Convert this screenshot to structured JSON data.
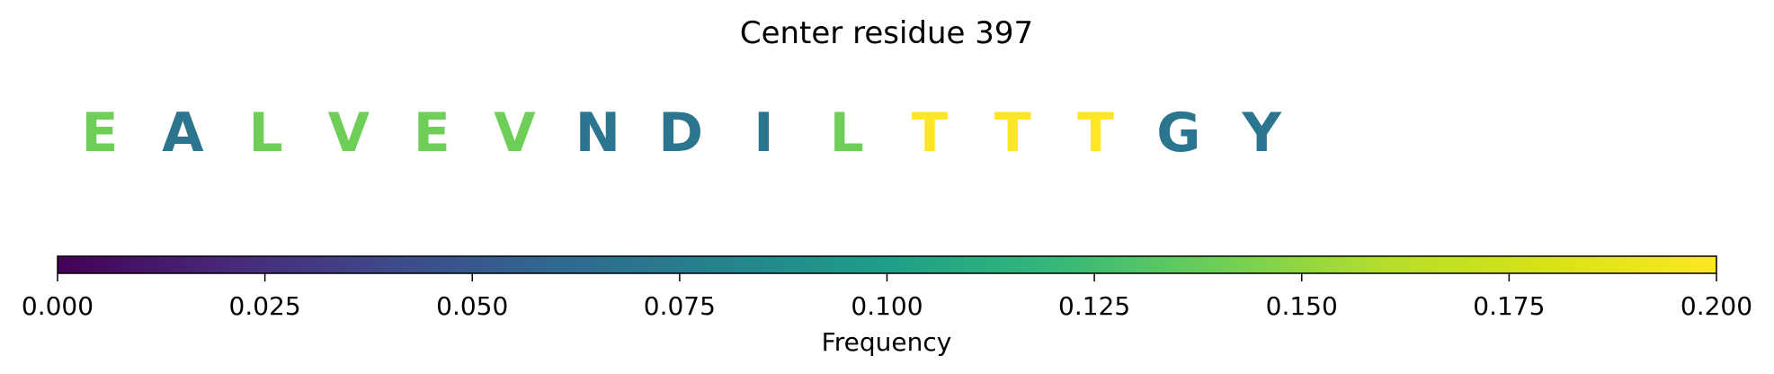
{
  "chart_data": {
    "type": "table",
    "title": "Center residue 397",
    "residues": [
      {
        "letter": "E",
        "frequency": 0.14
      },
      {
        "letter": "A",
        "frequency": 0.07
      },
      {
        "letter": "L",
        "frequency": 0.14
      },
      {
        "letter": "V",
        "frequency": 0.14
      },
      {
        "letter": "E",
        "frequency": 0.14
      },
      {
        "letter": "V",
        "frequency": 0.14
      },
      {
        "letter": "N",
        "frequency": 0.07
      },
      {
        "letter": "D",
        "frequency": 0.07
      },
      {
        "letter": "I",
        "frequency": 0.07
      },
      {
        "letter": "L",
        "frequency": 0.14
      },
      {
        "letter": "T",
        "frequency": 0.2
      },
      {
        "letter": "T",
        "frequency": 0.2
      },
      {
        "letter": "T",
        "frequency": 0.2
      },
      {
        "letter": "G",
        "frequency": 0.07
      },
      {
        "letter": "Y",
        "frequency": 0.07
      }
    ],
    "colorbar": {
      "label": "Frequency",
      "colormap": "viridis",
      "range": [
        0.0,
        0.2
      ],
      "ticks": [
        0.0,
        0.025,
        0.05,
        0.075,
        0.1,
        0.125,
        0.15,
        0.175,
        0.2
      ],
      "tick_labels": [
        "0.000",
        "0.025",
        "0.050",
        "0.075",
        "0.100",
        "0.125",
        "0.150",
        "0.175",
        "0.200"
      ]
    }
  }
}
